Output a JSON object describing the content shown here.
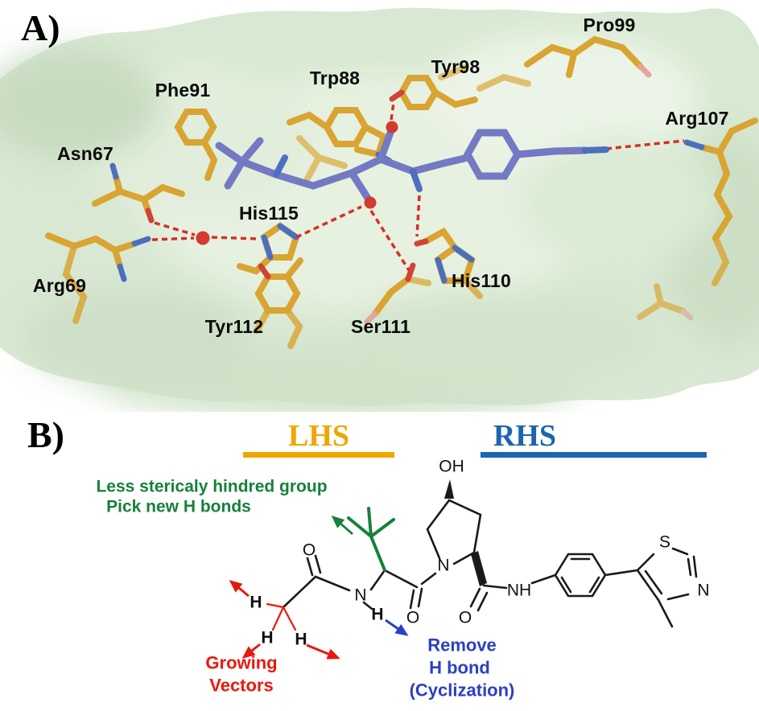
{
  "colors": {
    "surface_green": "#d8e8d2",
    "residue_gold": "#d9a431",
    "ligand_purple": "#7379c2",
    "nitrogen_blue": "#4a6fbe",
    "oxygen_red": "#d23b2e",
    "hbond_dash_red": "#d62f27",
    "lhs_gold": "#f0a500",
    "rhs_blue": "#1c64b0",
    "annotation_green": "#17803a",
    "annotation_red": "#e8190c",
    "annotation_blue": "#2b3fc4"
  },
  "panel_a": {
    "label": "A)",
    "residues": [
      {
        "name": "Pro99"
      },
      {
        "name": "Tyr98"
      },
      {
        "name": "Trp88"
      },
      {
        "name": "Phe91"
      },
      {
        "name": "Asn67"
      },
      {
        "name": "Arg107"
      },
      {
        "name": "His115"
      },
      {
        "name": "Arg69"
      },
      {
        "name": "Tyr112"
      },
      {
        "name": "Ser111"
      },
      {
        "name": "His110"
      }
    ]
  },
  "panel_b": {
    "label": "B)",
    "lhs": "LHS",
    "rhs": "RHS",
    "green_note": {
      "line1": "Less stericaly hindred group",
      "line2": "Pick new H bonds"
    },
    "red_note": {
      "line1": "Growing",
      "line2": "Vectors"
    },
    "blue_note": {
      "line1": "Remove",
      "line2": "H bond",
      "line3": "(Cyclization)"
    },
    "atoms": {
      "oh": "OH",
      "o_acetyl": "O",
      "o_amide1": "O",
      "o_amide2": "O",
      "n_amide": "N",
      "n_ring": "N",
      "nh": "NH",
      "h_blue": "H",
      "h_red_1": "H",
      "h_red_2": "H",
      "h_red_3": "H",
      "s_thiazole": "S",
      "n_thiazole": "N"
    }
  }
}
